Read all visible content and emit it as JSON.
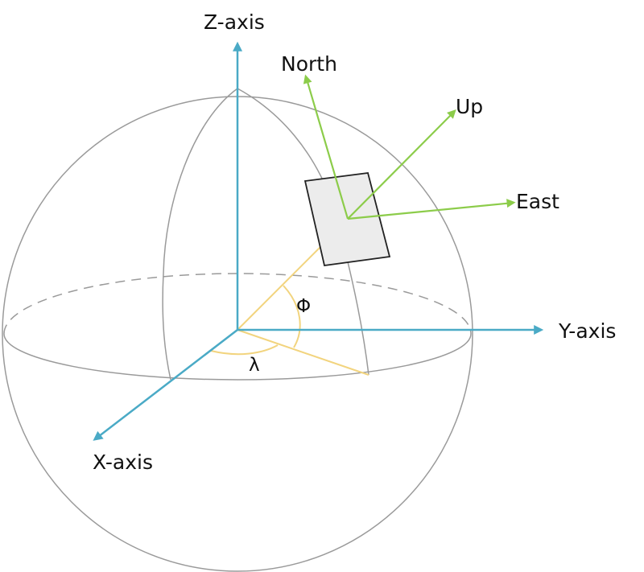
{
  "labels": {
    "z_axis": "Z-axis",
    "y_axis": "Y-axis",
    "x_axis": "X-axis",
    "north": "North",
    "up": "Up",
    "east": "East",
    "latitude_symbol": "Φ",
    "longitude_symbol": "λ"
  },
  "colors": {
    "axis": "#4aaac6",
    "enu": "#8ccc4a",
    "angle": "#f2d47e",
    "sphere": "#9a9a9a",
    "plane_fill": "#ececec",
    "plane_stroke": "#222222"
  }
}
